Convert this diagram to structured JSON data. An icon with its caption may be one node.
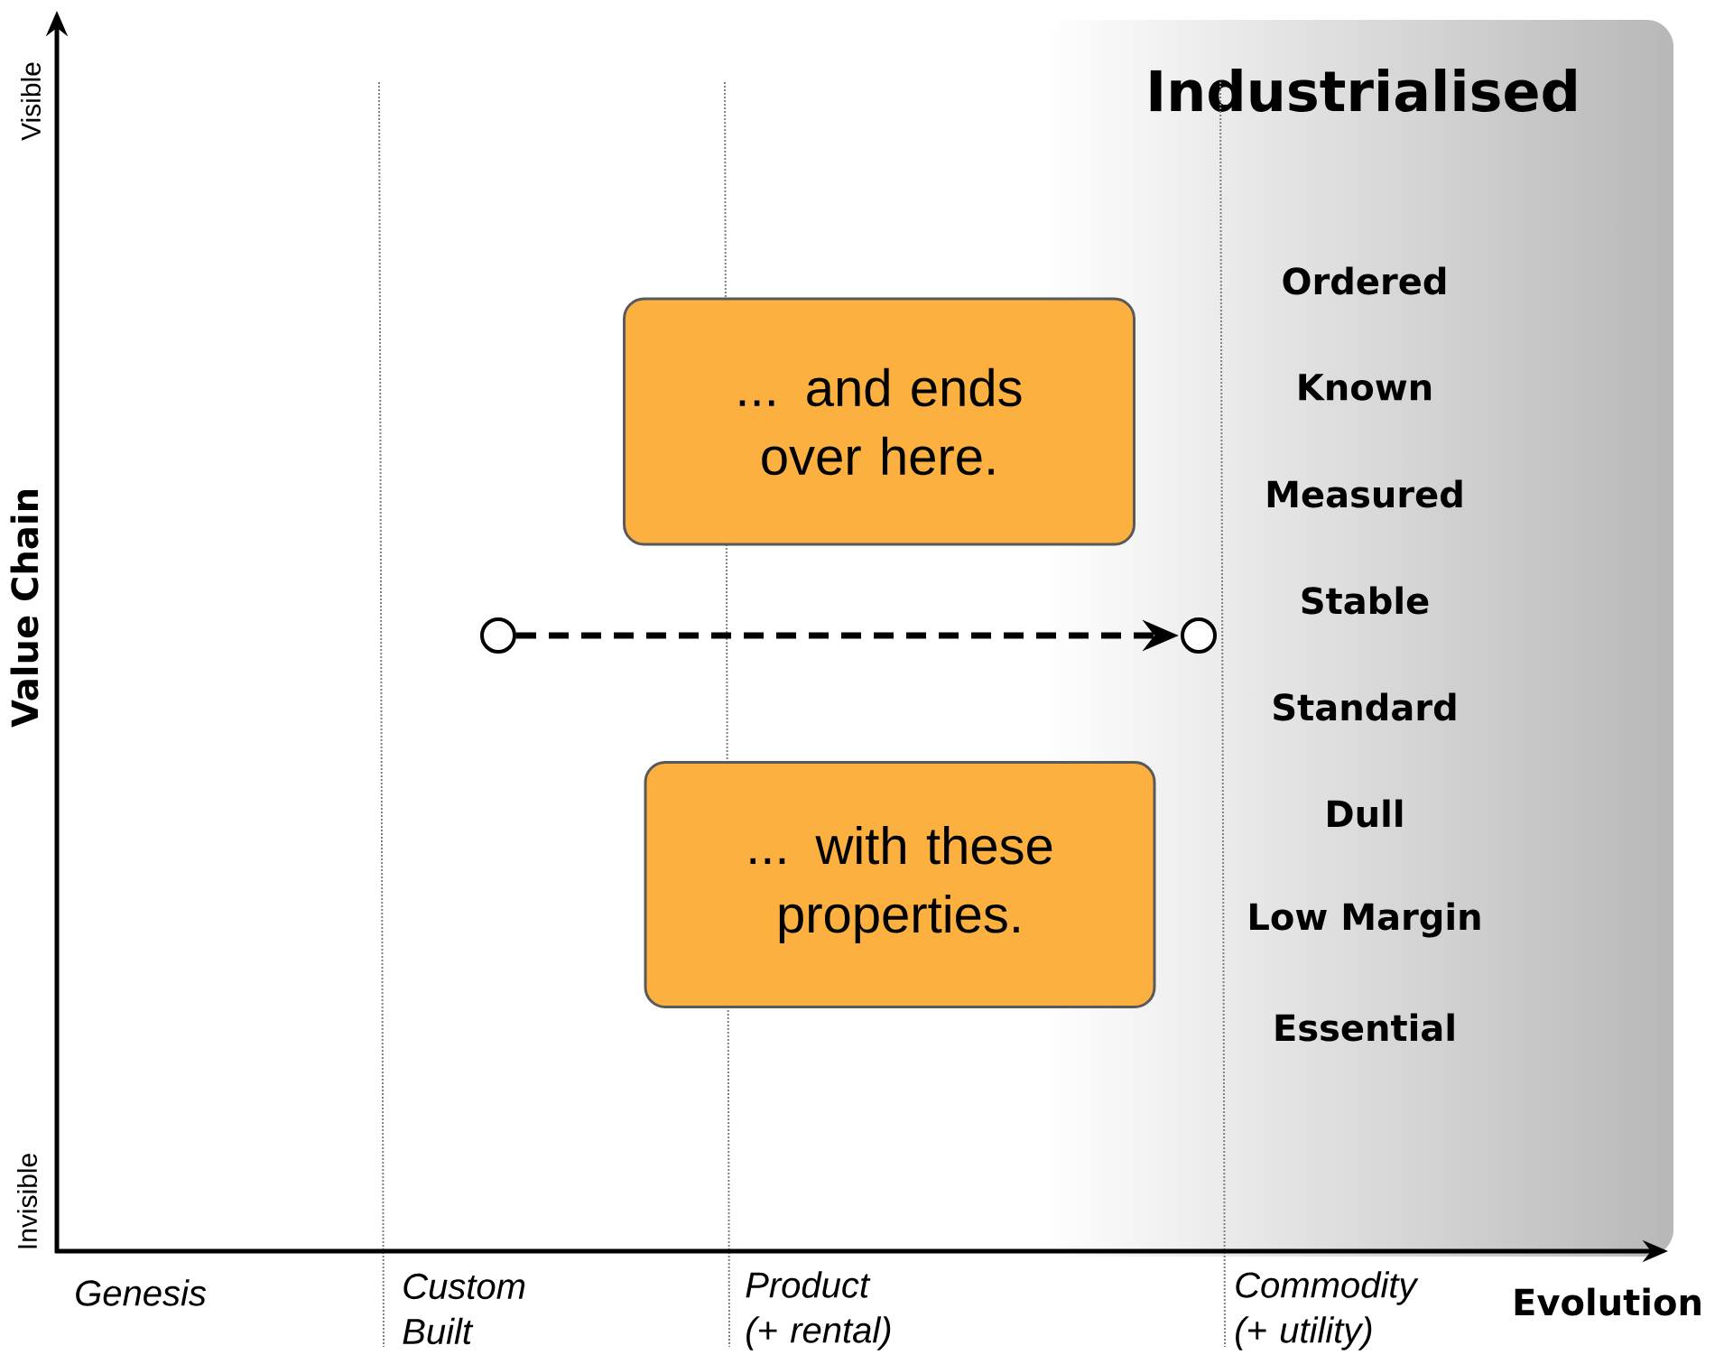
{
  "diagram": {
    "nodes": [
      {
        "text": [
          "Industrialised",
          "Ordered",
          "Known",
          "Measured",
          "Stable",
          "Standard",
          "Dull",
          "Low Margin",
          "Essential"
        ]
      },
      {
        "text": [
          "... and ends over here."
        ]
      },
      {
        "text": [
          "... with these properties."
        ]
      },
      {
        "text": [],
        "shape": "circle"
      },
      {
        "text": [],
        "shape": "circle"
      }
    ],
    "edges": [
      {
        "from": 3,
        "to": 4,
        "arrow": "to",
        "style": "dashed"
      }
    ],
    "labels": [
      "Visible",
      "Value Chain",
      "Invisible",
      "Genesis",
      "Custom Built",
      "Product (+ rental)",
      "Commodity (+ utility)",
      "Evolution"
    ]
  }
}
